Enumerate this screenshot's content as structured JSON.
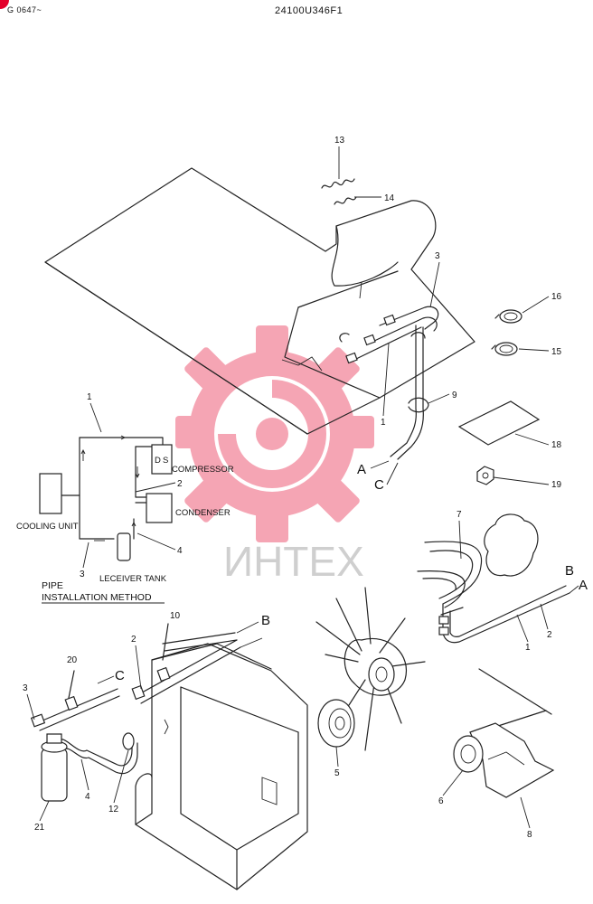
{
  "header": {
    "serial_left": "G 0647~",
    "part_code": "24100U346F1"
  },
  "watermark": {
    "text": "ИНТЕХ",
    "color": "#e3002a"
  },
  "callouts": [
    "13",
    "14",
    "3",
    "16",
    "15",
    "9",
    "1",
    "18",
    "19",
    "7",
    "1",
    "2",
    "5",
    "6",
    "8",
    "10",
    "2",
    "20",
    "3",
    "21",
    "4",
    "12"
  ],
  "connection_letters": [
    "A",
    "C",
    "B",
    "A",
    "B",
    "C"
  ],
  "schematic": {
    "title_line1": "PIPE",
    "title_line2": "INSTALLATION METHOD",
    "labels": {
      "compressor": "COMPRESSOR",
      "condenser": "CONDENSER",
      "cooling_unit": "COOLING UNIT",
      "receiver_tank": "LECEIVER TANK",
      "port_d": "D",
      "port_s": "S"
    },
    "callouts": [
      "1",
      "2",
      "4",
      "3"
    ]
  }
}
